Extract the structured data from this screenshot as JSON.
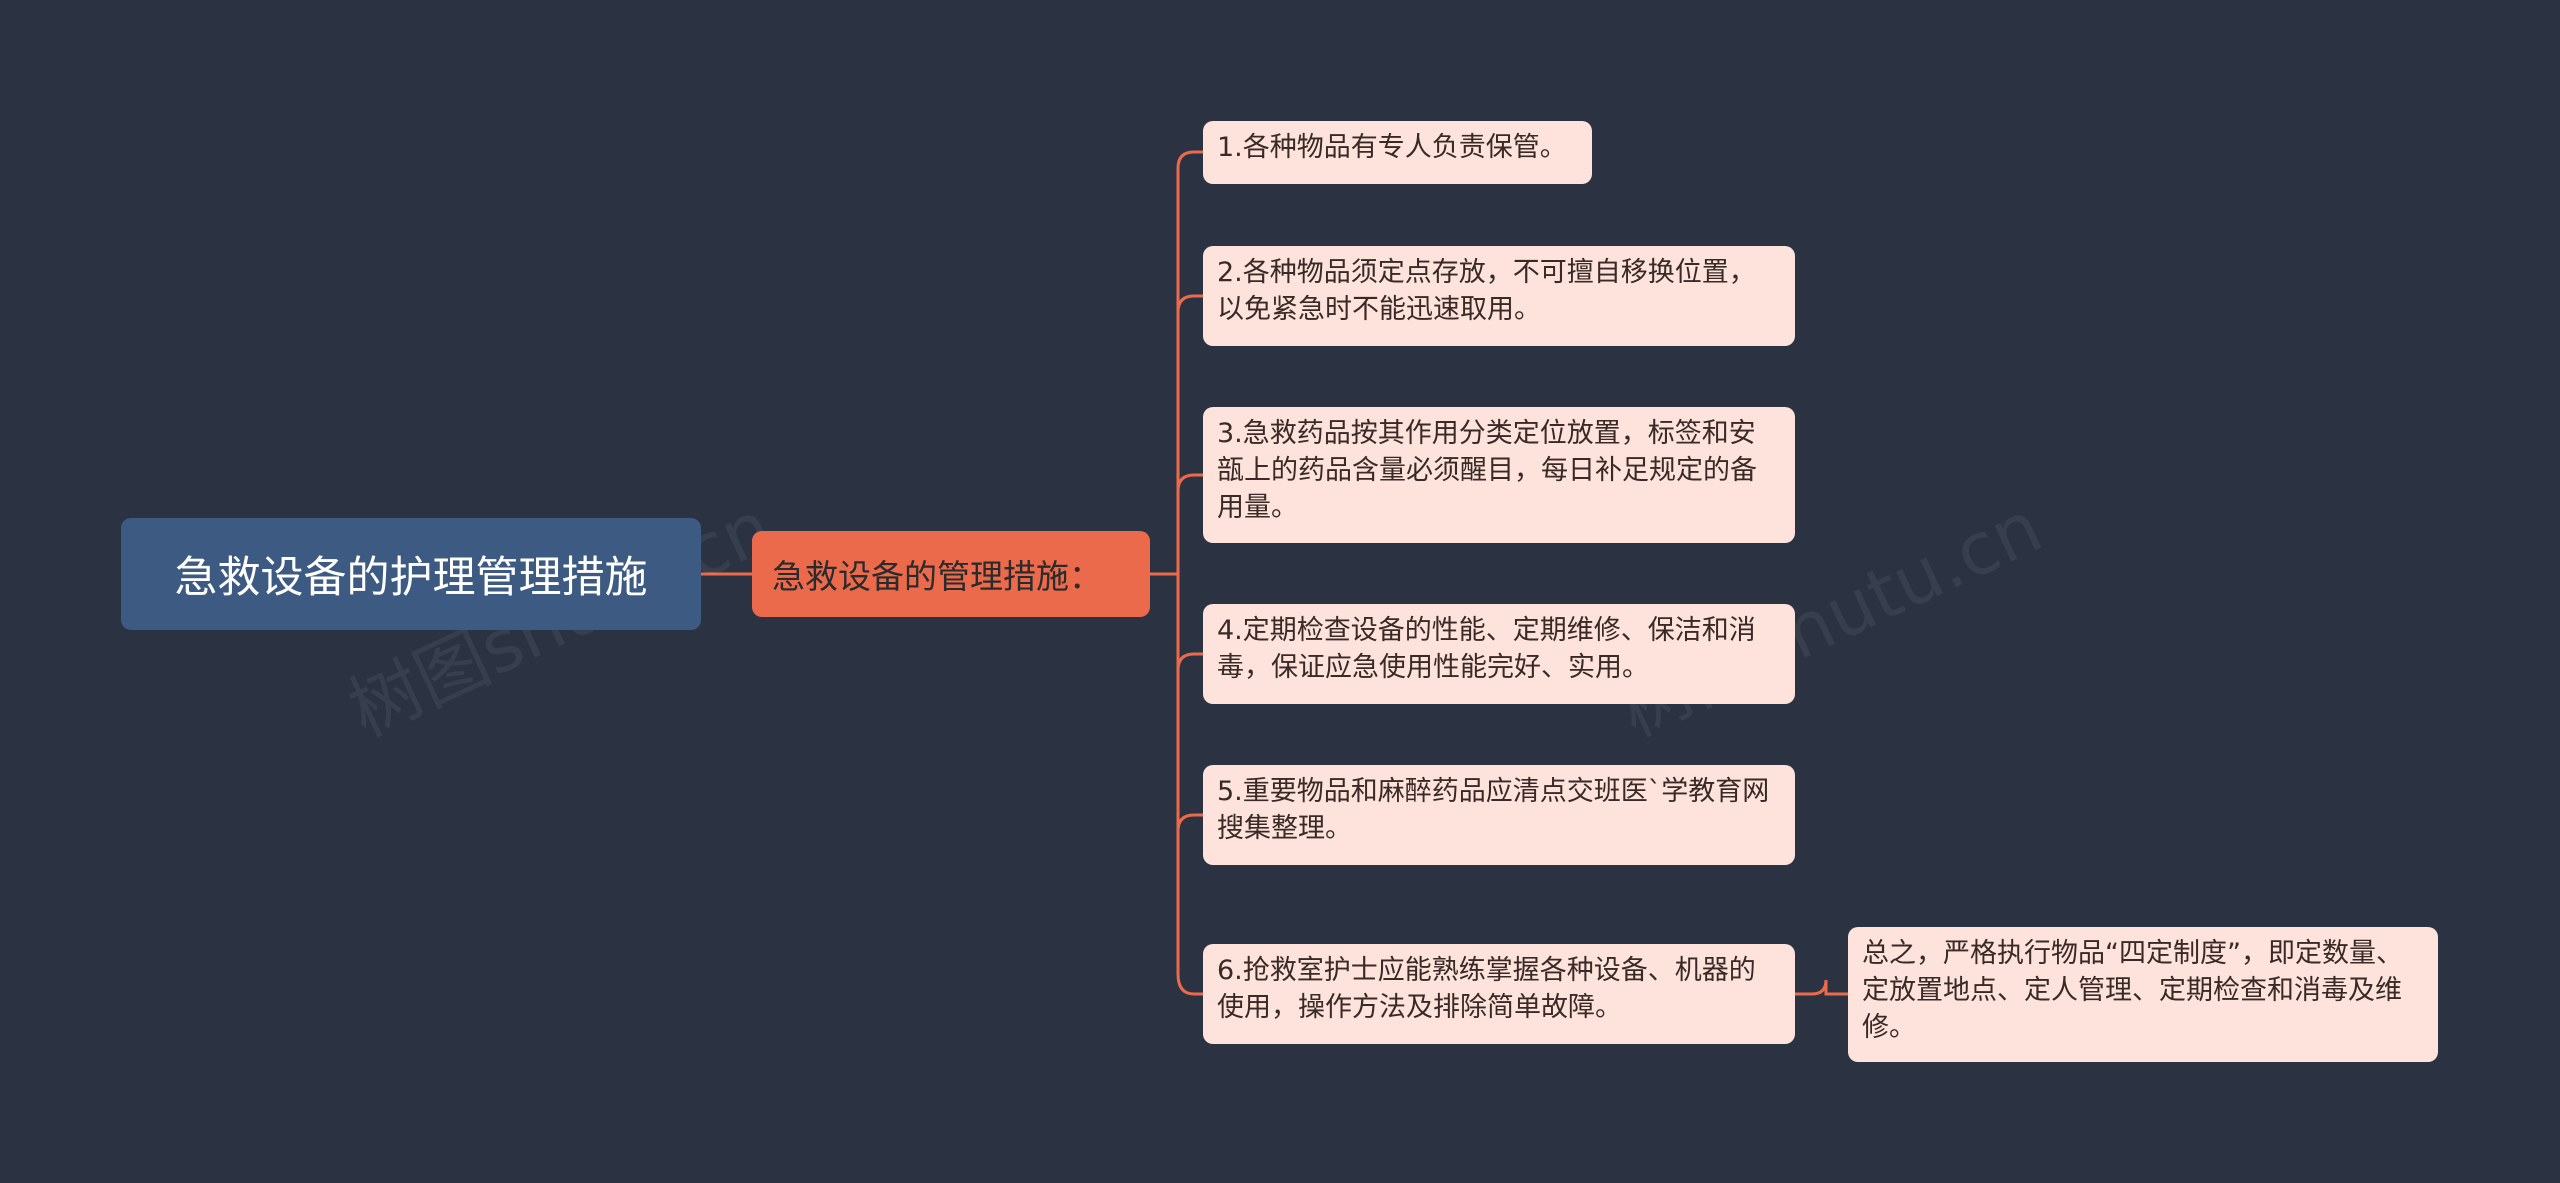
{
  "root": {
    "label": "急救设备的护理管理措施"
  },
  "branch": {
    "label": "急救设备的管理措施："
  },
  "items": [
    {
      "label": "1.各种物品有专人负责保管。"
    },
    {
      "label": "2.各种物品须定点存放，不可擅自移换位置，以免紧急时不能迅速取用。"
    },
    {
      "label": "3.急救药品按其作用分类定位放置，标签和安瓿上的药品含量必须醒目，每日补足规定的备用量。"
    },
    {
      "label": "4.定期检查设备的性能、定期维修、保洁和消毒，保证应急使用性能完好、实用。"
    },
    {
      "label": "5.重要物品和麻醉药品应清点交班医`学教育网搜集整理。"
    },
    {
      "label": "6.抢救室护士应能熟练掌握各种设备、机器的使用，操作方法及排除简单故障。"
    }
  ],
  "summary": {
    "label": "总之，严格执行物品“四定制度”，即定数量、定放置地点、定人管理、定期检查和消毒及维修。"
  },
  "colors": {
    "background": "#2b3343",
    "root_fill": "#3c5a82",
    "branch_fill": "#ec6a4c",
    "leaf_fill": "#fde3dc",
    "connector": "#ec6a4c"
  }
}
